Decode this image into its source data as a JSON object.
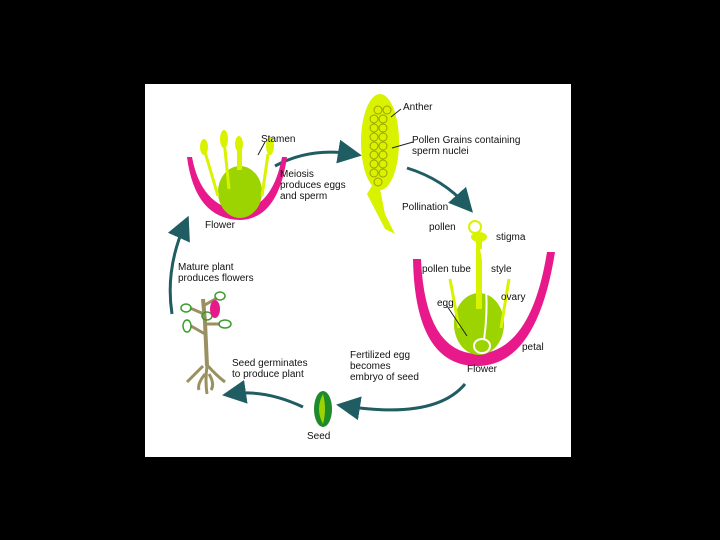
{
  "colors": {
    "background": "#000000",
    "panel": "#ffffff",
    "petal_magenta": "#e8198b",
    "flower_yellow_green": "#d9f200",
    "ovary_green": "#9bd400",
    "arrow_teal": "#1f5d62",
    "stem_olive": "#9a9060",
    "seed_green": "#3a9a2a"
  },
  "labels": {
    "stamen": "Stamen",
    "flower_left": "Flower",
    "meiosis": "Meiosis\nproduces eggs\nand sperm",
    "anther": "Anther",
    "pollen_grains": "Pollen Grains containing\nsperm nuclei",
    "pollination": "Pollination",
    "pollen": "pollen",
    "stigma": "stigma",
    "pollen_tube": "pollen tube",
    "style": "style",
    "ovary": "ovary",
    "egg": "egg",
    "petal": "petal",
    "flower_right": "Flower",
    "fertilized": "Fertilized egg\nbecomes\nembryo of seed",
    "seed": "Seed",
    "germinates": "Seed germinates\nto produce plant",
    "mature": "Mature plant\nproduces flowers"
  }
}
